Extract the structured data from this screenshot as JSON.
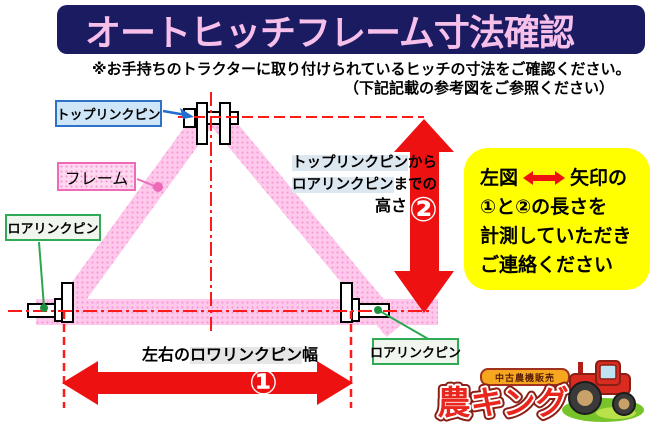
{
  "title": "オートヒッチフレーム寸法確認",
  "note": {
    "line1": "※お手持ちのトラクターに取り付けられているヒッチの寸法をご確認ください。",
    "line2": "（下記記載の参考図をご参照ください）"
  },
  "labels": {
    "top_link_pin": "トップリンクピン",
    "frame": "フレーム",
    "lower_link_pin_left": "ロアリンクピン",
    "lower_link_pin_right": "ロアリンクピン"
  },
  "height_annotation": {
    "line1_highlight": "トップリンクピン",
    "line1_rest": "から",
    "line2_highlight": "ロアリンクピン",
    "line2_rest": "までの",
    "line3": "高さ",
    "number": "②"
  },
  "width_annotation": {
    "prefix": "左右の",
    "highlight": "ロワリンクピン",
    "suffix": "幅",
    "number": "①"
  },
  "instruction_box": {
    "line1_before": "左図",
    "line1_after": "矢印の",
    "line2": "①と②の長さを",
    "line3": "計測していただき",
    "line4": "ご連絡ください"
  },
  "logo": {
    "banner": "中古農機販売",
    "name": "農キング"
  },
  "colors": {
    "title_bar_navy": "#1b1b62",
    "title_text_pink": "#f6c0ea",
    "arrow_red": "#ee1111",
    "centerline_red": "#ff1a1a",
    "frame_pink": "#ffc9ec",
    "frame_dot_pink": "#f598d5",
    "instruction_yellow": "#ffff00",
    "top_label_blue_bg": "#cfe6f8",
    "top_label_blue_border": "#2d72c8",
    "lower_label_green_border": "#2faa55",
    "frame_label_pink_border": "#ee6ab8",
    "logo_red": "#e8261d"
  }
}
